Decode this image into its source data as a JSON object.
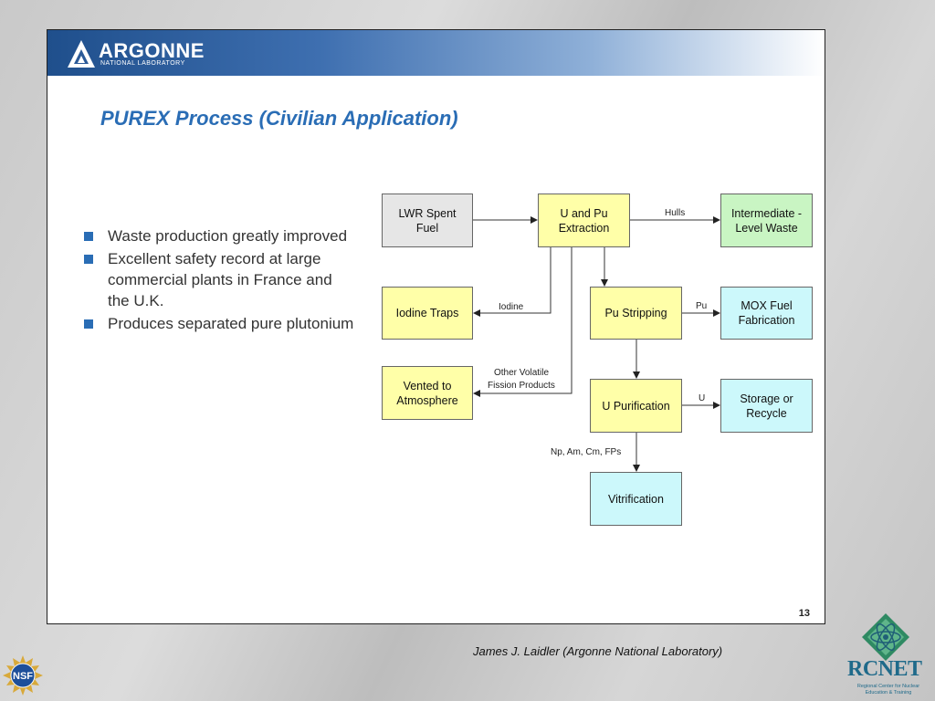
{
  "header": {
    "logo_word": "ARGONNE",
    "logo_sub": "NATIONAL LABORATORY"
  },
  "slide": {
    "title": "PUREX Process (Civilian Application)",
    "bullets": [
      "Waste production greatly improved",
      "Excellent safety record at large commercial plants in France and the U.K.",
      "Produces separated pure plutonium"
    ],
    "page_number": "13"
  },
  "diagram": {
    "nodes": {
      "lwr": "LWR Spent Fuel",
      "extraction": "U and Pu Extraction",
      "intermediate": "Intermediate - Level Waste",
      "iodine_traps": "Iodine Traps",
      "pu_stripping": "Pu Stripping",
      "mox": "MOX Fuel Fabrication",
      "vented": "Vented to Atmosphere",
      "u_purification": "U Purification",
      "storage": "Storage or Recycle",
      "vitrification": "Vitrification"
    },
    "edge_labels": {
      "hulls": "Hulls",
      "iodine": "Iodine",
      "pu": "Pu",
      "other_volatile_1": "Other Volatile",
      "other_volatile_2": "Fission Products",
      "u": "U",
      "np_am": "Np, Am, Cm, FPs"
    },
    "colors": {
      "source": "#e6e6e6",
      "process": "#ffffa8",
      "waste": "#c9f5c3",
      "product": "#ccf8fb",
      "accent": "#2a6db5"
    }
  },
  "footer": {
    "credit": "James J. Laidler (Argonne National Laboratory)",
    "nsf_logo": "NSF",
    "rcnet_logo": "RCNET",
    "rcnet_sub": "Regional Center for Nuclear Education & Training"
  }
}
